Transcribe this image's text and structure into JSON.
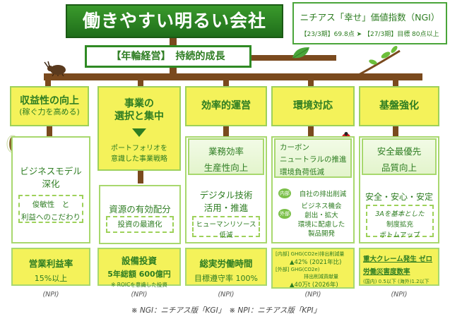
{
  "title": "働きやすい明るい会社",
  "ngi": {
    "title": "ニチアス「幸せ」価値指数（NGI）",
    "sub": "【23/3期】69.8点 ➤ 【27/3期】目標 80点以上"
  },
  "banner": "【年輪経営】　持続的成長",
  "columns": [
    {
      "head_line1": "収益性の向上",
      "head_line2": "(稼ぐ力を高める)",
      "mid_line1": "ビジネスモデル",
      "mid_line2": "深化",
      "dash_line1": "俊敏性　と",
      "dash_line2": "利益へのこだわり",
      "kpi_line1": "営業利益率",
      "kpi_line2": "15%以上",
      "npi": "(NPI)"
    },
    {
      "head_line1": "事業の",
      "head_line2": "選択と集中",
      "focus_line1": "ポートフォリオを",
      "focus_line2": "意識した事業戦略",
      "mid_line1": "資源の有効配分",
      "dash_line1": "投資の最適化",
      "kpi_line1": "設備投資",
      "kpi_line2": "5年総額 600億円",
      "kpi_line3": "※ ROICを意識した投資",
      "npi": "(NPI)"
    },
    {
      "head_line1": "効率的運営",
      "top_line1": "業務効率",
      "top_line2": "生産性向上",
      "mid_line1": "デジタル技術",
      "mid_line2": "活用・推進",
      "dash_line1": "ヒューマンリソース",
      "dash_line2": "低減",
      "kpi_line1": "総実労働時間",
      "kpi_line2": "目標遵守率 100%",
      "npi": "(NPI)"
    },
    {
      "head_line1": "環境対応",
      "top_line1": "カーボン",
      "top_line2": "ニュートラルの推進",
      "top_line3": "環境負荷低減",
      "internal_tag": "内部",
      "internal_text": "自社の排出削減",
      "external_tag": "外部",
      "external_line1": "ビジネス機会",
      "external_line2": "創出・拡大",
      "external_line3": "環境に配慮した",
      "external_line4": "製品開発",
      "kpi_line1": "[内部] GHG(CO2e)排出削減量",
      "kpi_line2": "▲42% (2021年比)",
      "kpi_line3": "[外部] GHG(CO2e)",
      "kpi_line4": "排出削減貢献量",
      "kpi_line5": "▲40万t (2026年)",
      "npi": "(NPI)"
    },
    {
      "head_line1": "基盤強化",
      "top_line1": "安全最優先",
      "top_line2": "品質向上",
      "mid_line1": "安全・安心・安定",
      "dash_line1": "3Aを基本とした",
      "dash_line2": "制度拡充",
      "dash_line3": "ボトムアップ",
      "kpi_line1": "重大クレーム発生 ゼロ",
      "kpi_line2": "労働災害度数率",
      "kpi_line3": "(国内) 0.5以下 (海外)1.2以下",
      "npi": "(NPI)"
    }
  ],
  "footnote": "※ NGI：ニチアス版「KGI」　※ NPI：ニチアス版「KPI」",
  "colors": {
    "title_bg": "#2a8420",
    "accent_green": "#2e7d22",
    "yellow": "#f4f25a",
    "trunk_brown": "#7a4a1e"
  },
  "icons": [
    "beetle-icon",
    "leaf-icon",
    "cicada-icon",
    "ladybug-icon",
    "branch-icon"
  ]
}
